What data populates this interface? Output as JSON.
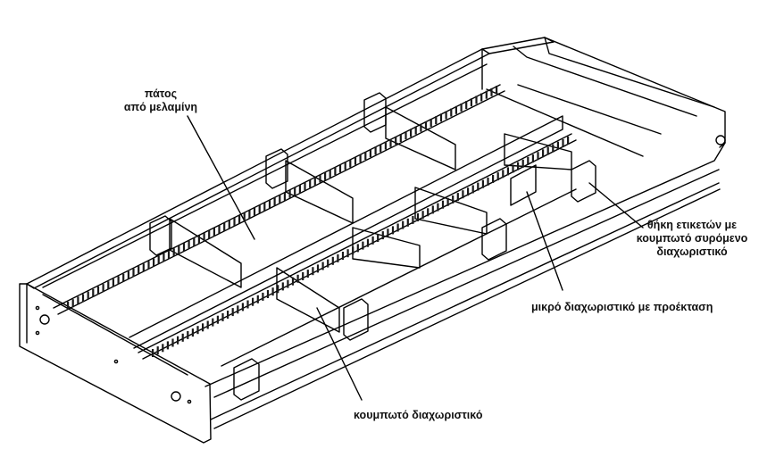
{
  "labels": {
    "melamine_base_line1": "πάτος",
    "melamine_base_line2": "από μελαμίνη",
    "label_holder_line1": "θήκη ετικετών με",
    "label_holder_line2": "κουμπωτό συρόμενο",
    "label_holder_line3": "διαχωριστικό",
    "small_divider": "μικρό διαχωριστικό με προέκταση",
    "snap_divider": "κουμπωτό διαχωριστικό"
  },
  "colors": {
    "line": "#000000",
    "background": "#ffffff",
    "slot_fill": "#1a1a1a"
  }
}
